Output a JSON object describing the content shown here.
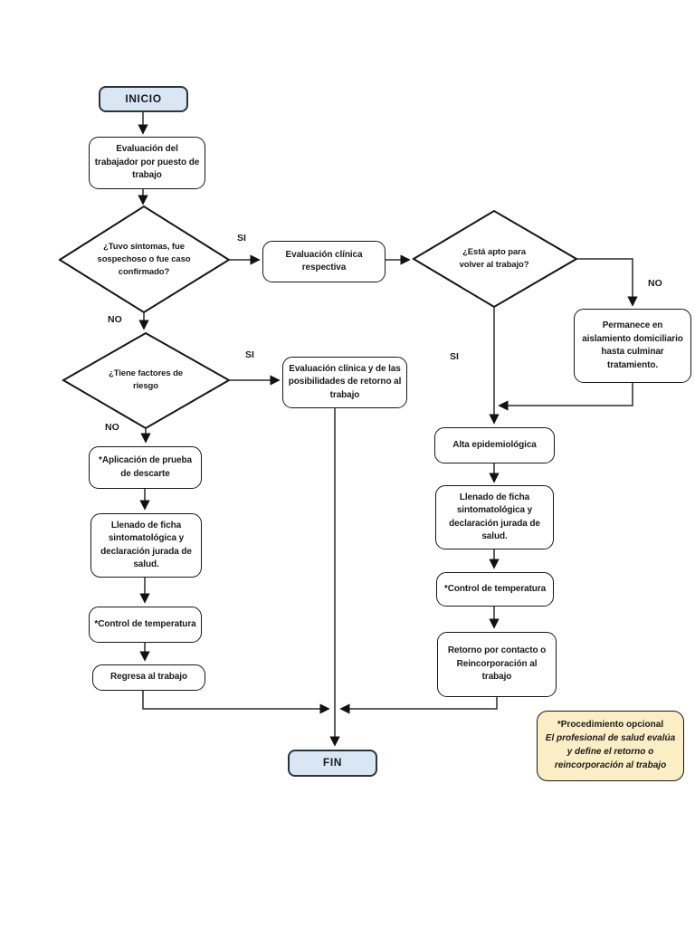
{
  "diagram": {
    "title_hint": "flujograma de retorno al trabajo",
    "colors": {
      "terminal_fill": "#d9e6f3",
      "node_fill": "#ffffff",
      "note_fill": "#fbeec5",
      "border": "#161616",
      "line": "#2b2b2b"
    },
    "nodes": {
      "inicio": {
        "label": "INICIO"
      },
      "eval_trabajador": {
        "label": "Evaluación del trabajador por puesto de trabajo"
      },
      "d_sintomas": {
        "label": "¿Tuvo síntomas, fue sospechoso o fue caso confirmado?"
      },
      "eval_clinica": {
        "label": "Evaluación clínica respectiva"
      },
      "d_apto": {
        "label": "¿Está apto para volver al trabajo?"
      },
      "permanece": {
        "label": "Permanece en aislamiento domiciliario hasta culminar tratamiento."
      },
      "d_factores": {
        "label": "¿Tiene factores de riesgo"
      },
      "eval_posibilidades": {
        "label": "Evaluación clínica y de las posibilidades de retorno al trabajo"
      },
      "aplicacion_prueba": {
        "label": "*Aplicación de prueba de descarte"
      },
      "llenado_izq": {
        "label": "Llenado de ficha sintomatológica y declaración jurada de salud."
      },
      "control_izq": {
        "label": "*Control de temperatura"
      },
      "regresa": {
        "label": "Regresa al trabajo"
      },
      "alta": {
        "label": "Alta epidemiológica"
      },
      "llenado_der": {
        "label": "Llenado de ficha sintomatológica y declaración jurada de salud."
      },
      "control_der": {
        "label": "*Control de temperatura"
      },
      "retorno": {
        "label": "Retorno por contacto o Reincorporación al trabajo"
      },
      "fin": {
        "label": "FIN"
      },
      "nota": {
        "line1": "*Procedimiento opcional",
        "line2": "El profesional de salud evalúa",
        "line3": "y define el retorno o",
        "line4": "reincorporación al trabajo"
      }
    },
    "edge_labels": {
      "sintomas_si": "SI",
      "sintomas_no": "NO",
      "factores_si": "SI",
      "factores_no": "NO",
      "apto_si": "SI",
      "apto_no": "NO"
    }
  }
}
